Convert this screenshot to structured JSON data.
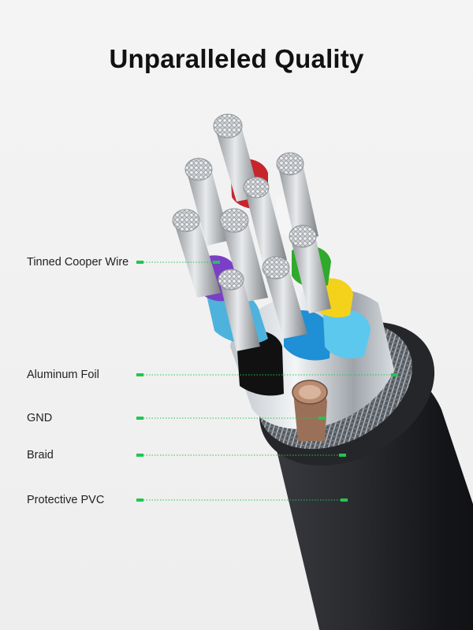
{
  "title": "Unparalleled Quality",
  "accent_color": "#23c552",
  "callouts": [
    {
      "label": "Tinned Cooper Wire"
    },
    {
      "label": "Aluminum Foil"
    },
    {
      "label": "GND"
    },
    {
      "label": "Braid"
    },
    {
      "label": "Protective PVC"
    }
  ]
}
